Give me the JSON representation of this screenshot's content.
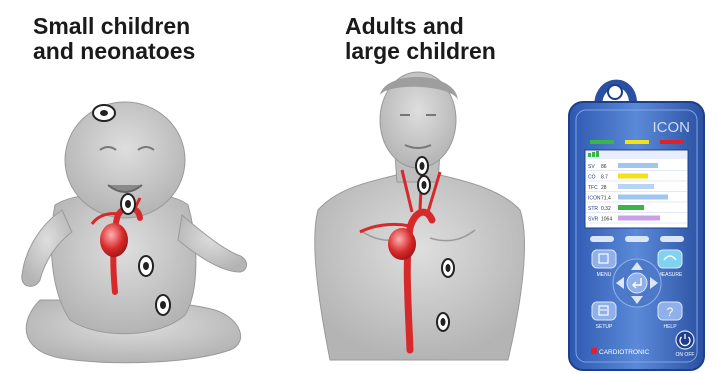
{
  "panels": {
    "child": {
      "caption_line1": "Small children",
      "caption_line2": "and neonatoes"
    },
    "adult": {
      "caption_line1": "Adults and",
      "caption_line2": "large children"
    }
  },
  "device": {
    "brand_title": "ICON",
    "manufacturer": "CARDIOTRONIC",
    "alarm_labels": [
      "",
      "",
      ""
    ],
    "screen_rows": [
      {
        "label": "SV",
        "value": "86"
      },
      {
        "label": "CO",
        "value": "8.7"
      },
      {
        "label": "TFC",
        "value": "28"
      },
      {
        "label": "ICON",
        "value": "71.4"
      },
      {
        "label": "STR",
        "value": "0.32"
      },
      {
        "label": "SVR",
        "value": "1064"
      }
    ],
    "buttons": {
      "menu": "MENU",
      "measure": "MEASURE",
      "setup": "SETUP",
      "help": "HELP",
      "help_symbol": "?",
      "power": "ON OFF"
    }
  },
  "colors": {
    "skin": "#c8c8c8",
    "skin_shadow": "#a8a8a8",
    "artery": "#d62a2a",
    "device_body": "#3f6fc6",
    "device_dark": "#1e3d8a",
    "alarm_green": "#39b54a",
    "alarm_yellow": "#f2e21b",
    "alarm_red": "#e0202a"
  }
}
